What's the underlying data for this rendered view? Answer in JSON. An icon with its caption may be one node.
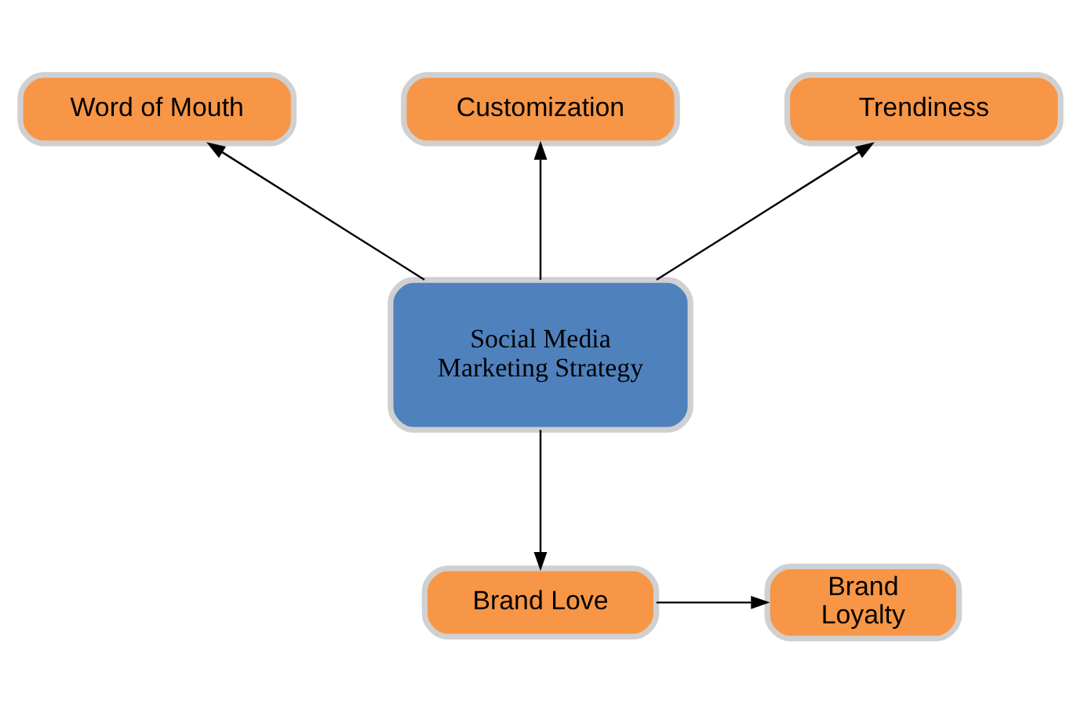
{
  "diagram": {
    "nodes": [
      {
        "text": [
          "Word of Mouth"
        ]
      },
      {
        "text": [
          "Customization"
        ]
      },
      {
        "text": [
          "Trendiness"
        ]
      },
      {
        "text": [
          "Social Media Marketing Strategy"
        ]
      },
      {
        "text": [
          "Brand Love"
        ]
      },
      {
        "text": [
          "Brand Loyalty"
        ]
      }
    ],
    "edges": [
      {
        "from": 3,
        "to": 0,
        "arrow": "to"
      },
      {
        "from": 3,
        "to": 1,
        "arrow": "to"
      },
      {
        "from": 3,
        "to": 2,
        "arrow": "to"
      },
      {
        "from": 3,
        "to": 4,
        "arrow": "to"
      },
      {
        "from": 4,
        "to": 5,
        "arrow": "to"
      }
    ]
  }
}
